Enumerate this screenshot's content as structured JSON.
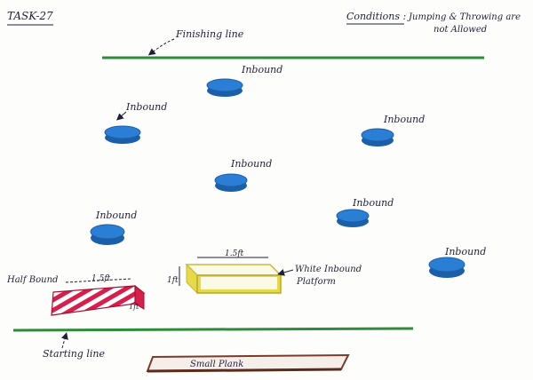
{
  "header": {
    "task_label": "TASK-27",
    "conditions_label": "Conditions :",
    "conditions_line1": "Jumping & Throwing are",
    "conditions_line2": "not Allowed"
  },
  "lines": {
    "finishing_label": "Finishing line",
    "starting_label": "Starting line"
  },
  "inbound_label": "Inbound",
  "half_bound": {
    "label": "Half Bound",
    "length_label": "1.5ft",
    "height_label": "1ft"
  },
  "white_platform": {
    "label_line1": "White Inbound",
    "label_line2": "Platform",
    "length_label": "1.5ft",
    "height_label": "1ft"
  },
  "small_plank": {
    "label": "Small Plank"
  },
  "colors": {
    "line_green": "#2e8b3a",
    "disc_blue": "#2a7fd4",
    "half_bound_red": "#d81e4a",
    "platform_yellow": "#e6d94a",
    "plank_brown": "#7a3b2a"
  }
}
